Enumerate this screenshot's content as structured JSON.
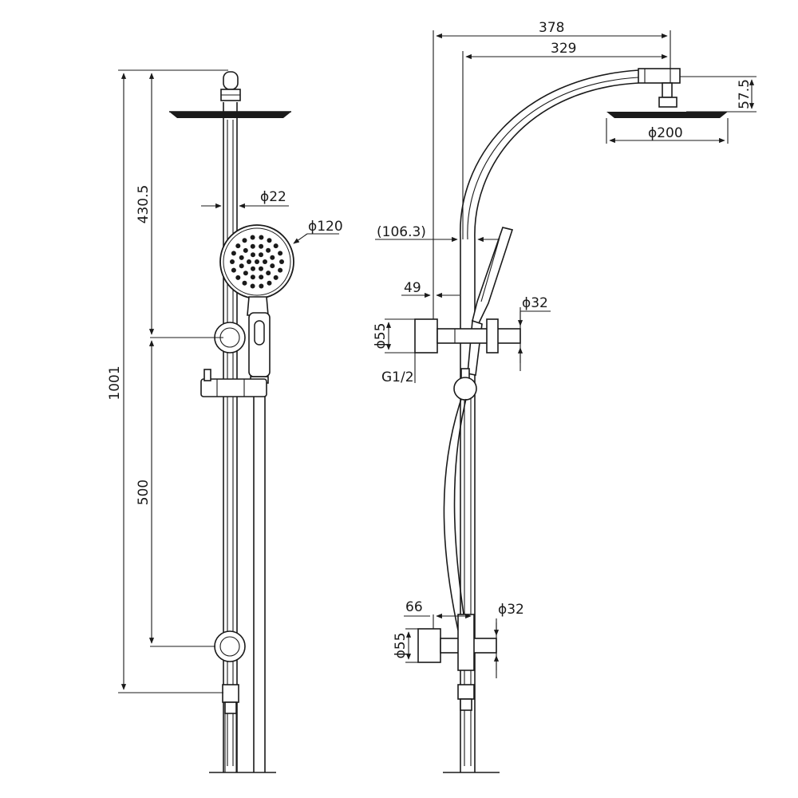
{
  "front_view": {
    "dim_total_height": "1001",
    "dim_upper": "430.5",
    "dim_lower": "500",
    "dim_rail_diameter": "ϕ22",
    "dim_handshower_diameter": "ϕ120"
  },
  "side_view": {
    "dim_arm_length": "378",
    "dim_arm_reach": "329",
    "dim_head_drop": "57.5",
    "dim_head_diameter": "ϕ200",
    "dim_offset": "(106.3)",
    "dim_upper_offset": "49",
    "dim_upper_flange": "ϕ55",
    "dim_upper_connector": "ϕ32",
    "dim_thread": "G1/2",
    "dim_lower_offset": "66",
    "dim_lower_connector": "ϕ32",
    "dim_lower_flange": "ϕ55"
  }
}
